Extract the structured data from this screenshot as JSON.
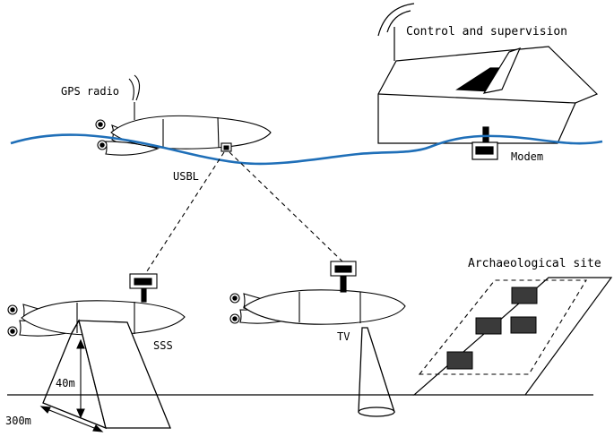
{
  "labels": {
    "control": "Control and supervision",
    "gps": "GPS radio",
    "modem": "Modem",
    "usbl": "USBL",
    "sss": "SSS",
    "tv": "TV",
    "archaeological_site": "Archaeological site",
    "dim_40m": "40m",
    "dim_300m": "300m"
  },
  "colors": {
    "water": "#1f6fb8",
    "ink": "#000000",
    "site_box": "#3a3a3a"
  },
  "icons": [
    "ship",
    "vehicle",
    "gps-antenna",
    "acoustic-modem",
    "usbl-transponder",
    "sonar-swath",
    "camera-cone",
    "site-object"
  ]
}
